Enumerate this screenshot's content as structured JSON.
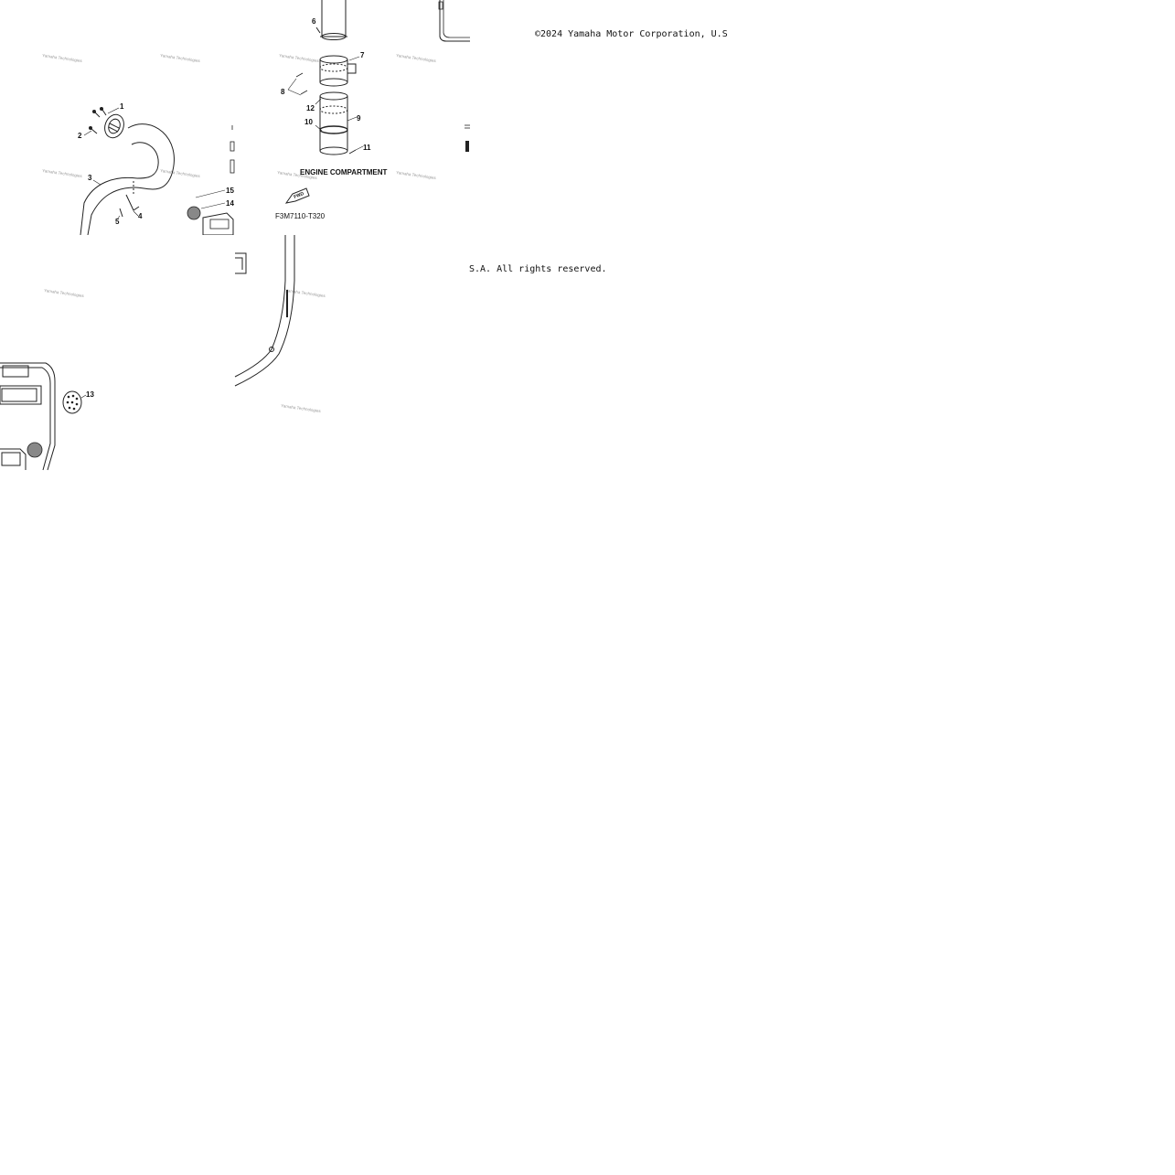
{
  "copyright": {
    "line1": "©2024 Yamaha Motor Corporation, U.S",
    "line2": "S.A. All rights reserved."
  },
  "diagram": {
    "section_label": "ENGINE COMPARTMENT",
    "part_code": "F3M7110-T320",
    "fwd_label": "FWD",
    "watermark": "Yamaha Technologies",
    "callouts": [
      "1",
      "2",
      "3",
      "4",
      "5",
      "6",
      "7",
      "8",
      "9",
      "10",
      "11",
      "12",
      "13",
      "14",
      "15"
    ]
  }
}
